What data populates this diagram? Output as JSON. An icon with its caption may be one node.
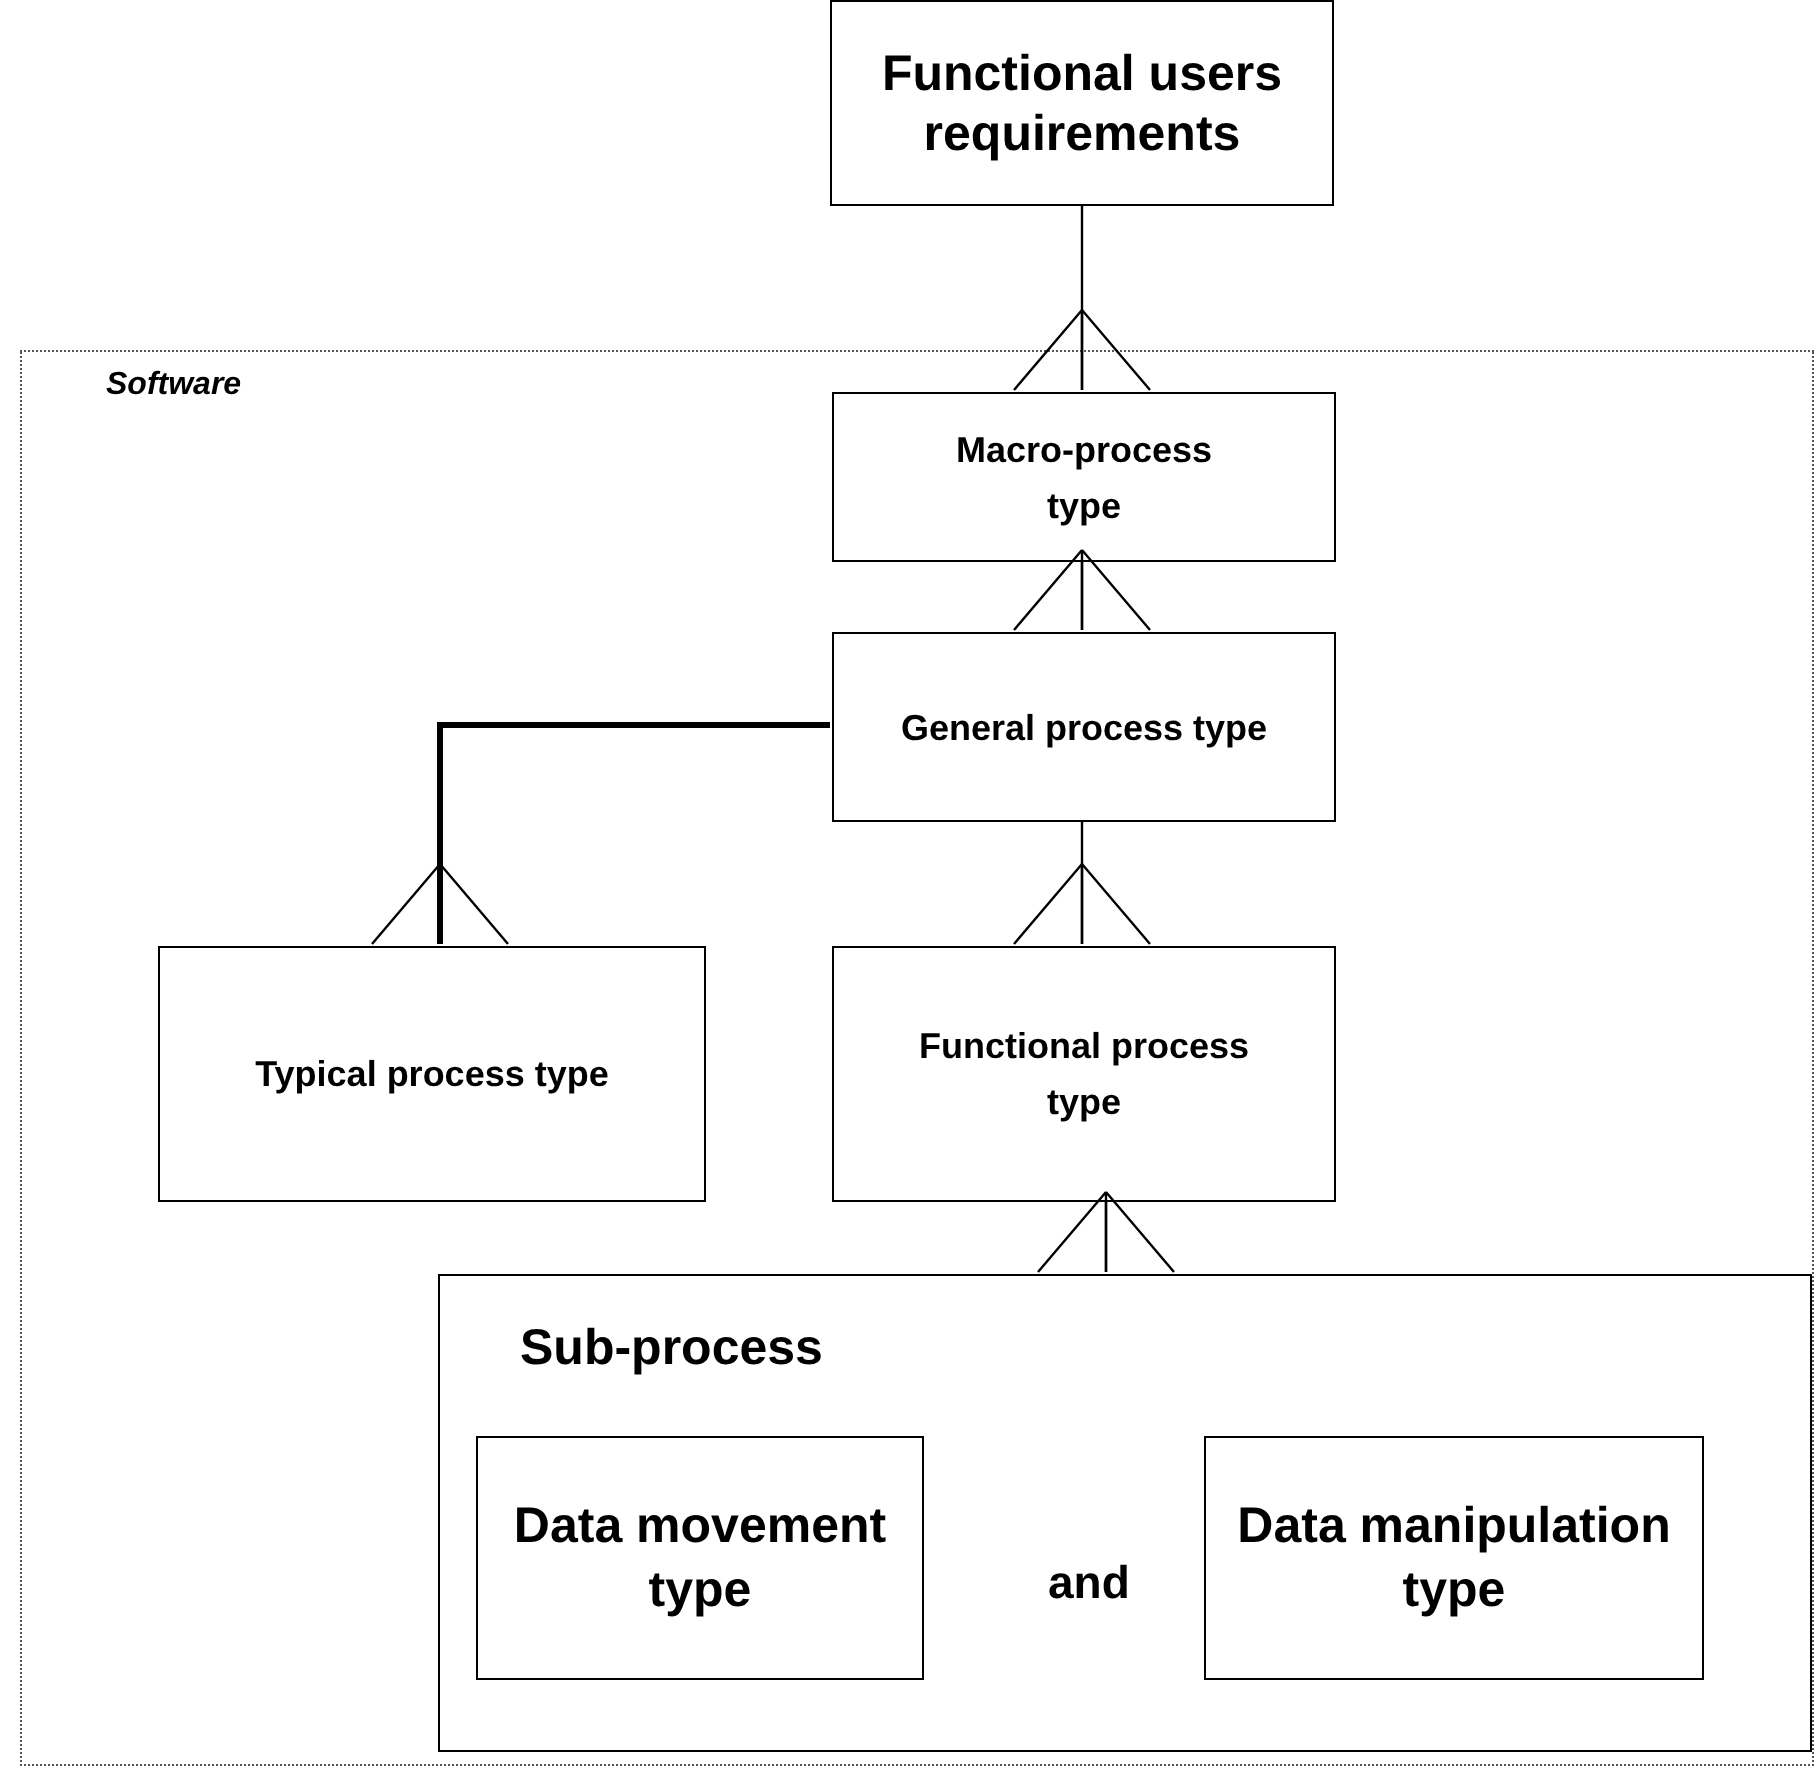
{
  "diagram": {
    "nodes": [
      {
        "text": [
          "Functional users requirements"
        ]
      },
      {
        "text": [
          "Software"
        ]
      },
      {
        "text": [
          "Macro-process type"
        ],
        "in": 1
      },
      {
        "text": [
          "General process type"
        ],
        "in": 1
      },
      {
        "text": [
          "Typical process type"
        ],
        "in": 1
      },
      {
        "text": [
          "Functional process type"
        ],
        "in": 1
      },
      {
        "text": [
          "Sub-process"
        ],
        "in": 1
      },
      {
        "text": [
          "Data movement type"
        ],
        "in": 6
      },
      {
        "text": [
          "Data manipulation type"
        ],
        "in": 6
      }
    ],
    "edges": [
      {
        "from": 0,
        "to": 2,
        "arrow": "other"
      },
      {
        "from": 2,
        "to": 3,
        "arrow": "other"
      },
      {
        "from": 3,
        "to": 4,
        "arrow": "other",
        "style": "thick"
      },
      {
        "from": 3,
        "to": 5,
        "arrow": "other"
      },
      {
        "from": 5,
        "to": 6,
        "arrow": "other"
      }
    ],
    "labels": [
      "and"
    ]
  }
}
